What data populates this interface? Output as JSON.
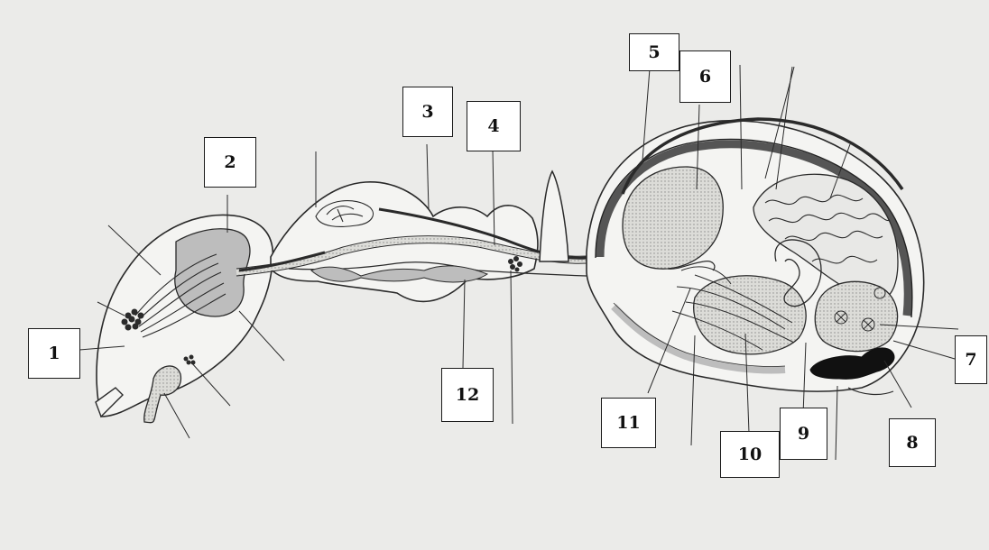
{
  "labels": [
    "1",
    "2",
    "3",
    "4",
    "5",
    "6",
    "7",
    "8",
    "9",
    "10",
    "11",
    "12"
  ],
  "colors": {
    "paper": "#ebebe9",
    "outline": "#2a2a2a",
    "organ_fill": "#bdbdbd",
    "stipple": "#d9d9d6"
  }
}
